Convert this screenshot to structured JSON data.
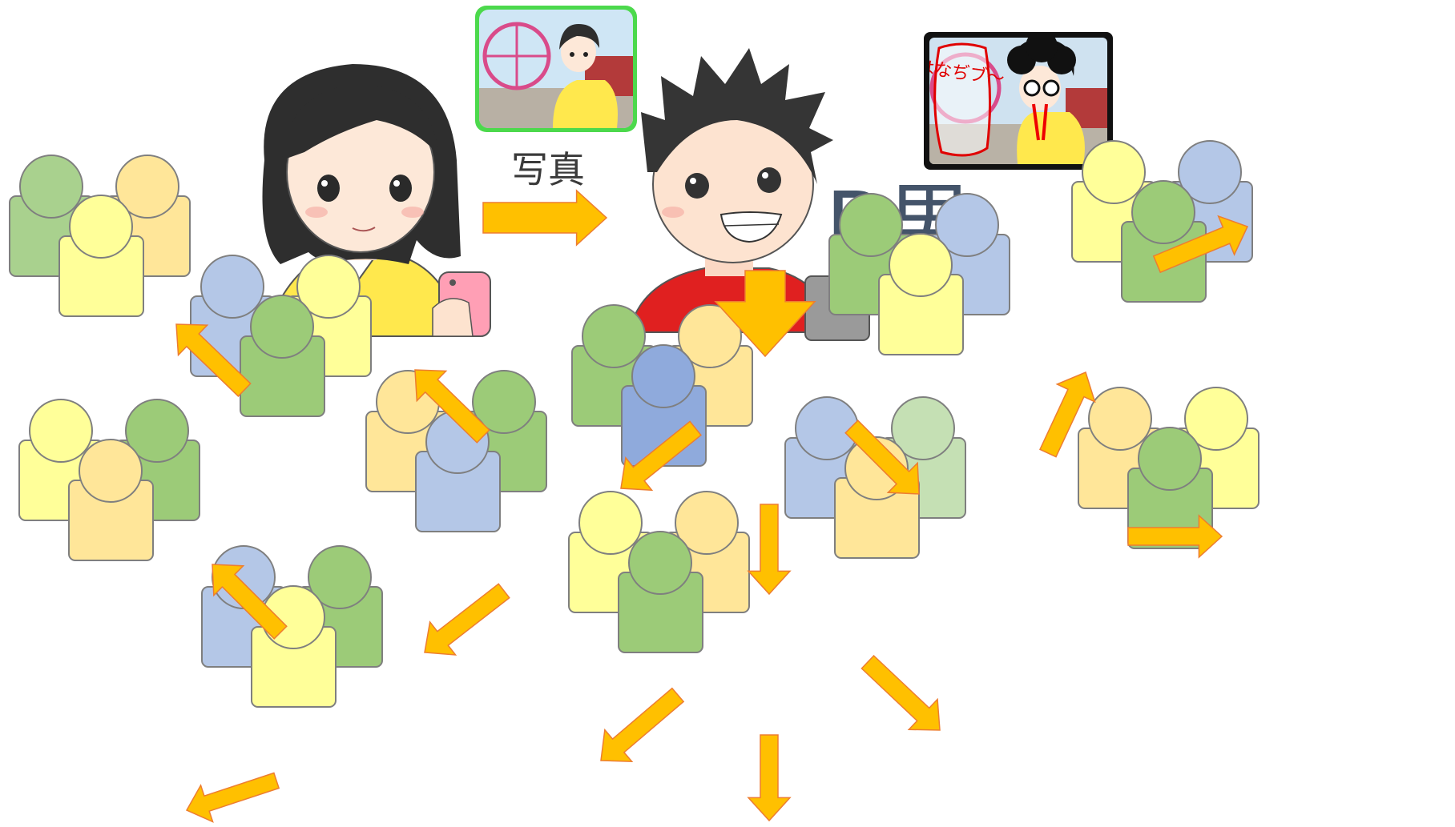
{
  "labels": {
    "photo": "写真",
    "b_man": "B男"
  },
  "doodle_text": "はなぢブ〜",
  "colors": {
    "arrow": "#ffc000",
    "arrow_stroke": "#ed7d31",
    "green": "#a9d18e",
    "yellow": "#ffff99",
    "blue": "#b4c7e7",
    "orange": "#ffe699",
    "person_stroke": "#7f7f7f",
    "photo_frame_good": "#4cd94c",
    "photo_frame_bad": "#111111"
  },
  "icons": [
    "person-group-icon",
    "arrow-icon",
    "girl-illustration",
    "boy-illustration",
    "smartphone-icon",
    "photo-thumbnail-icon"
  ]
}
